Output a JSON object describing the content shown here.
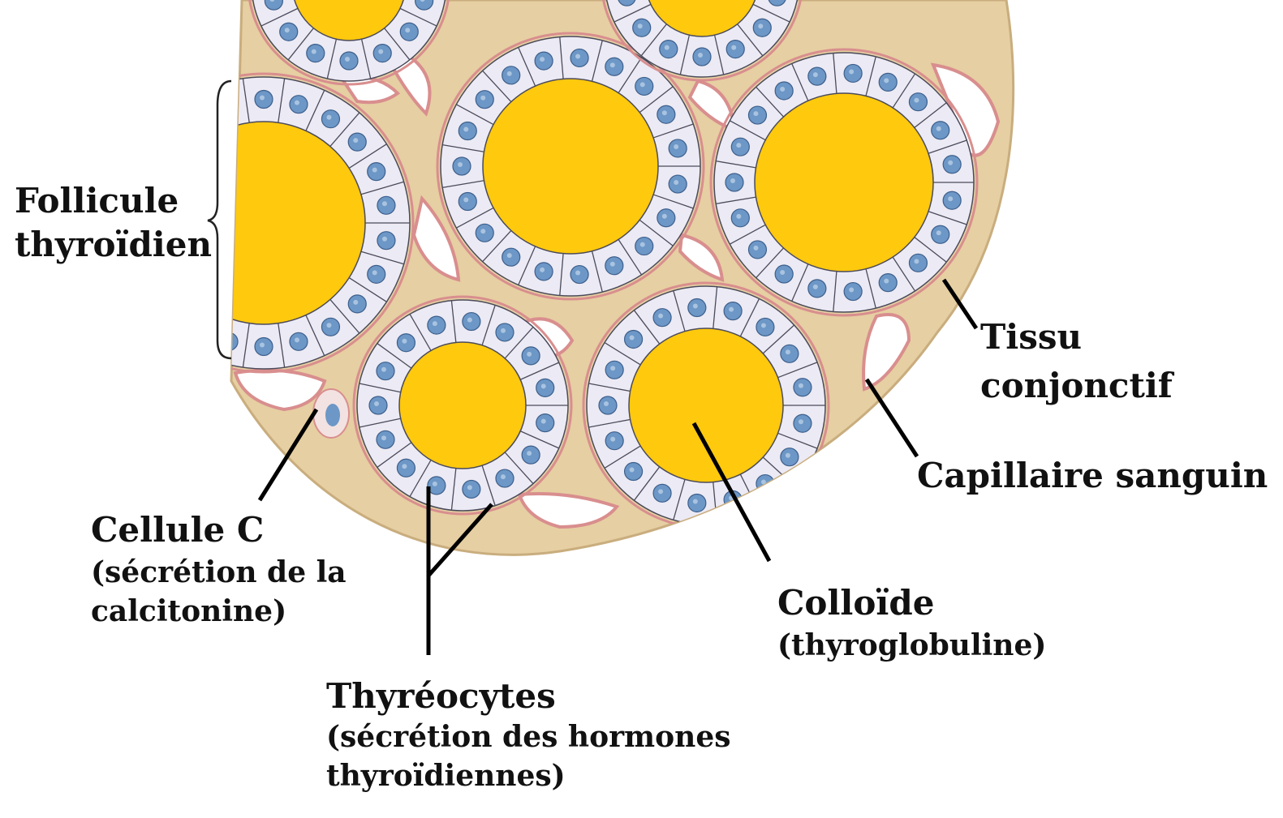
{
  "labels": {
    "follicule": {
      "line1": "Follicule",
      "line2": "thyroïdien"
    },
    "tissu": {
      "line1": "Tissu",
      "line2": "conjonctif"
    },
    "capillaire": {
      "line1": "Capillaire sanguin"
    },
    "cellule_c": {
      "line1": "Cellule C",
      "line2": "(sécrétion de la",
      "line3": "calcitonine)"
    },
    "colloide": {
      "line1": "Colloïde",
      "line2": "(thyroglobuline)"
    },
    "thyreocytes": {
      "line1": "Thyréocytes",
      "line2": "(sécrétion des hormones",
      "line3": "thyroïdiennes)"
    }
  },
  "colors": {
    "colloid": "#FFC90E",
    "connective_tissue": "#E6CFA2",
    "cell_fill": "#ECEAF4",
    "nucleus": "#6C97C6",
    "capillary": "#D98E8E",
    "label_line": "#000000"
  }
}
